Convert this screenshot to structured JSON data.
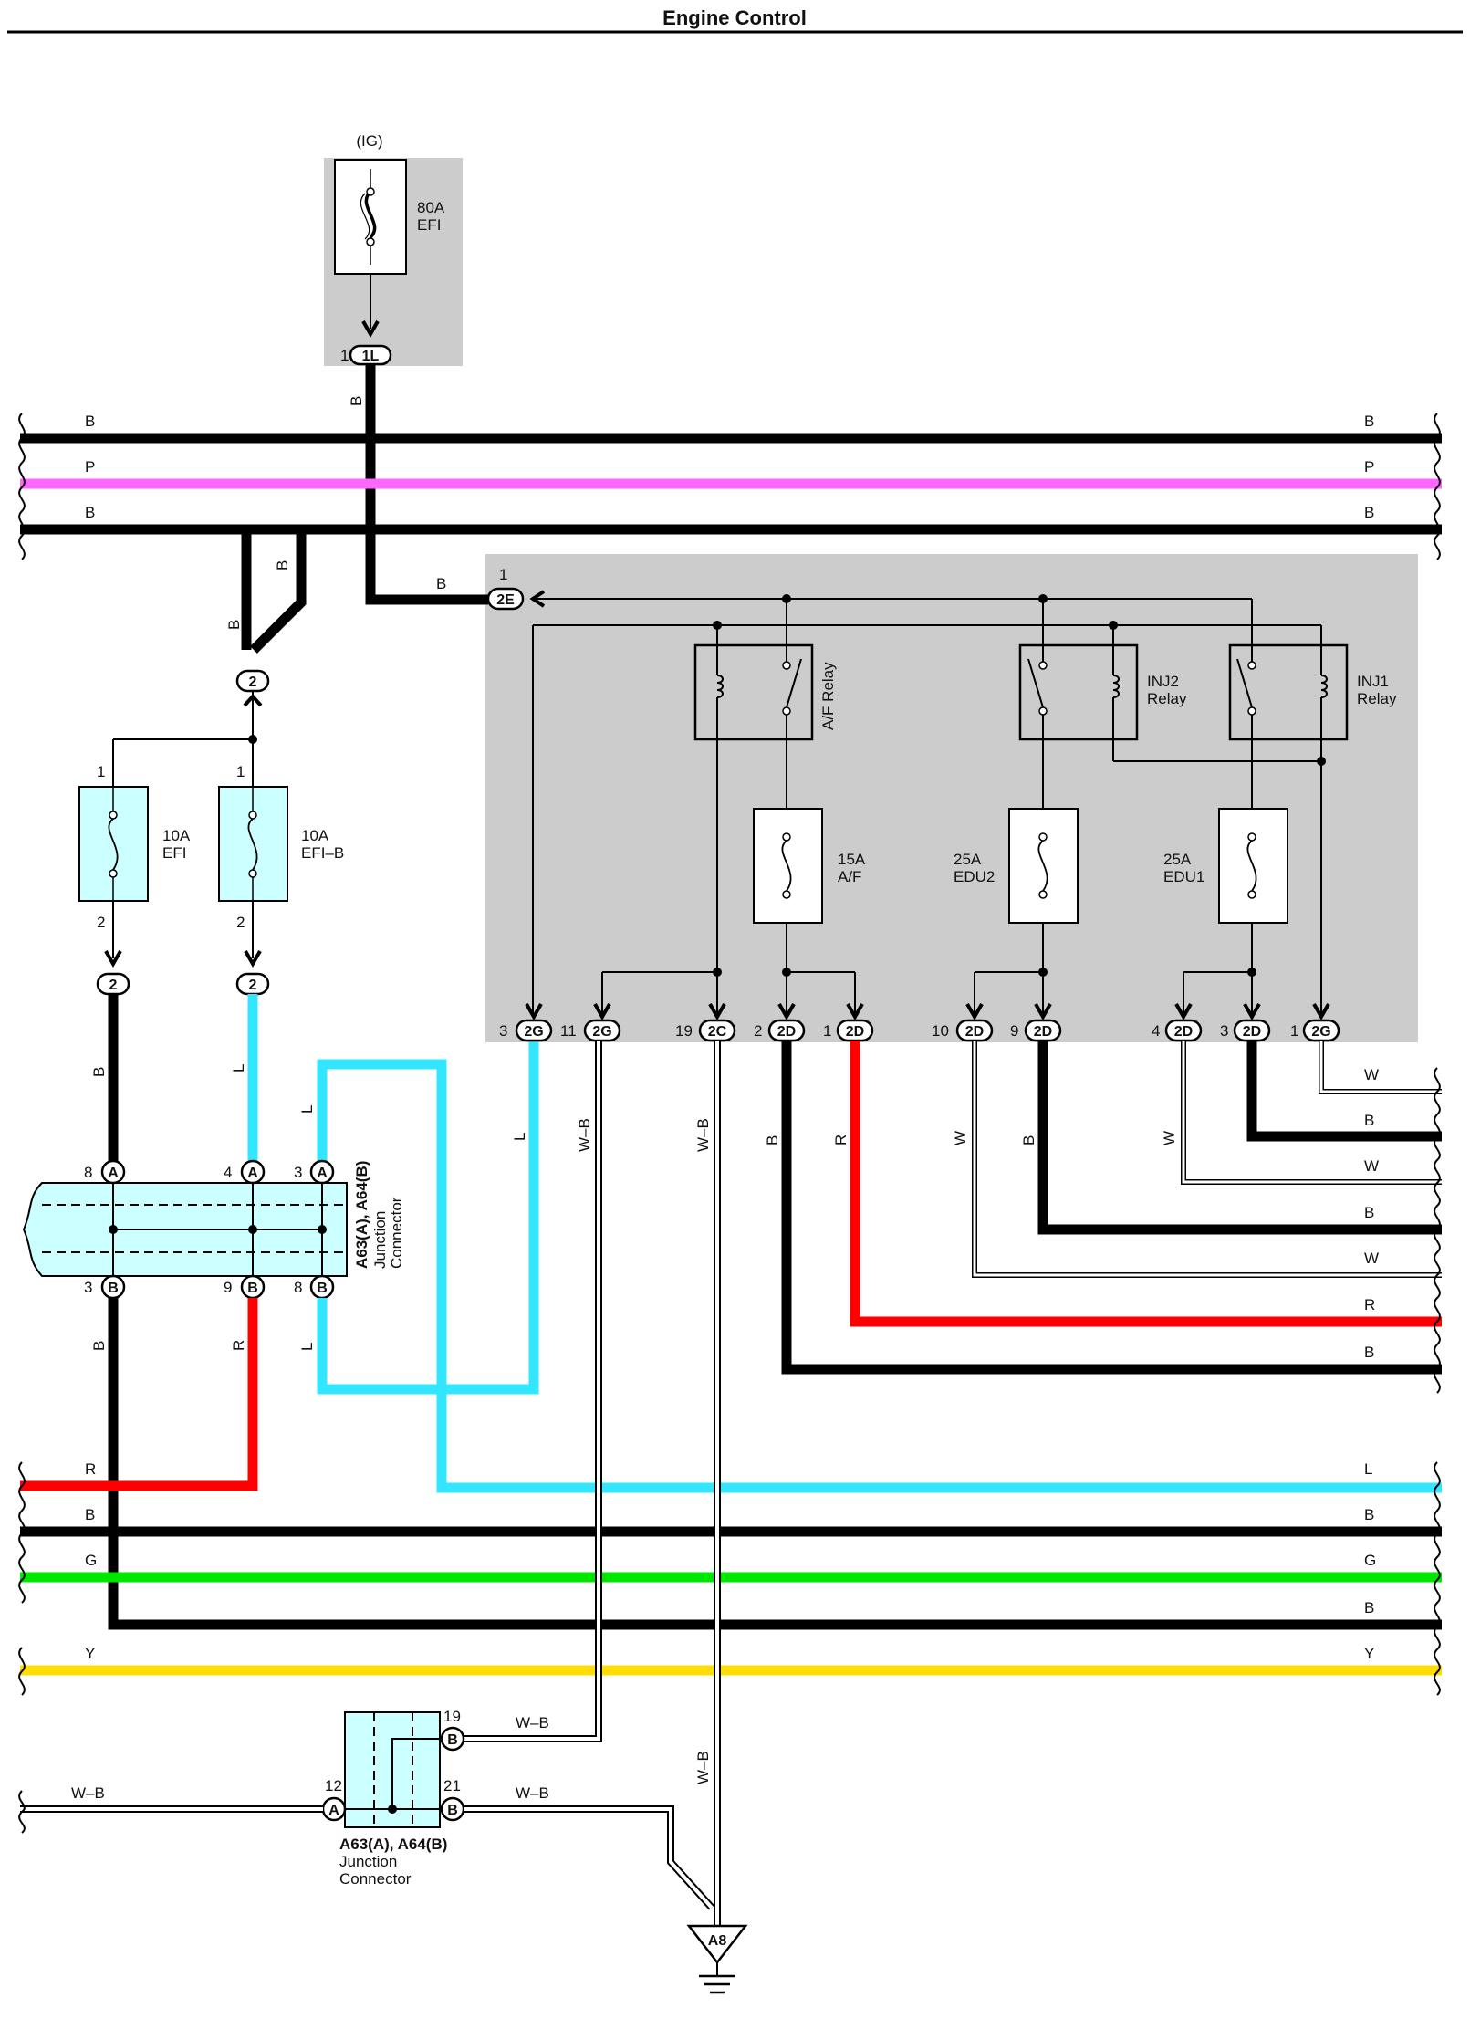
{
  "title": "Engine Control",
  "ig_label": "(IG)",
  "fuse_80a": {
    "rating": "80A",
    "name": "EFI",
    "pin": "1",
    "connector": "1L",
    "wire": "B"
  },
  "bus": {
    "top": [
      {
        "color_code": "B",
        "hex": "#000000"
      },
      {
        "color_code": "P",
        "hex": "#ff66ff"
      },
      {
        "color_code": "B",
        "hex": "#000000"
      }
    ],
    "bottom": [
      {
        "color_code": "R",
        "hex": "#ff0000"
      },
      {
        "color_code": "B",
        "hex": "#000000"
      },
      {
        "color_code": "G",
        "hex": "#00e600"
      },
      {
        "color_code": "B",
        "hex": "#000000"
      },
      {
        "color_code": "Y",
        "hex": "#ffdd00"
      }
    ]
  },
  "relay_box": {
    "feed_pin": "1",
    "feed_connector": "2E",
    "feed_wire": "B",
    "relays": [
      {
        "name": "A/F Relay"
      },
      {
        "name": "INJ2",
        "name2": "Relay"
      },
      {
        "name": "INJ1",
        "name2": "Relay"
      }
    ],
    "fuses": [
      {
        "rating": "15A",
        "name": "A/F"
      },
      {
        "rating": "25A",
        "name": "EDU2"
      },
      {
        "rating": "25A",
        "name": "EDU1"
      }
    ],
    "outputs": [
      {
        "pin": "3",
        "conn": "2G"
      },
      {
        "pin": "11",
        "conn": "2G"
      },
      {
        "pin": "19",
        "conn": "2C"
      },
      {
        "pin": "2",
        "conn": "2D"
      },
      {
        "pin": "1",
        "conn": "2D"
      },
      {
        "pin": "10",
        "conn": "2D"
      },
      {
        "pin": "9",
        "conn": "2D"
      },
      {
        "pin": "4",
        "conn": "2D"
      },
      {
        "pin": "3",
        "conn": "2D"
      },
      {
        "pin": "1",
        "conn": "2G"
      }
    ]
  },
  "left_fuses": [
    {
      "rating": "10A",
      "name": "EFI",
      "pin_in": "1",
      "pin_out": "2",
      "conn": "2"
    },
    {
      "rating": "10A",
      "name": "EFI–B",
      "pin_in": "1",
      "pin_out": "2",
      "conn": "2"
    }
  ],
  "merge_conn": "2",
  "junction_top": {
    "name1": "A63(A), A64(B)",
    "name2": "Junction",
    "name3": "Connector",
    "pins_top": [
      {
        "pin": "8",
        "letter": "A"
      },
      {
        "pin": "4",
        "letter": "A"
      },
      {
        "pin": "3",
        "letter": "A"
      }
    ],
    "pins_bottom": [
      {
        "pin": "3",
        "letter": "B"
      },
      {
        "pin": "9",
        "letter": "B"
      },
      {
        "pin": "8",
        "letter": "B"
      }
    ]
  },
  "junction_bottom": {
    "name1": "A63(A), A64(B)",
    "name2": "Junction",
    "name3": "Connector",
    "pin_in": {
      "pin": "12",
      "letter": "A"
    },
    "pin_out_top": {
      "pin": "19",
      "letter": "B"
    },
    "pin_out_bottom": {
      "pin": "21",
      "letter": "B"
    }
  },
  "ground": {
    "name": "A8"
  },
  "wire_labels": {
    "b": "B",
    "l": "L",
    "r": "R",
    "w": "W",
    "wb": "W–B"
  }
}
